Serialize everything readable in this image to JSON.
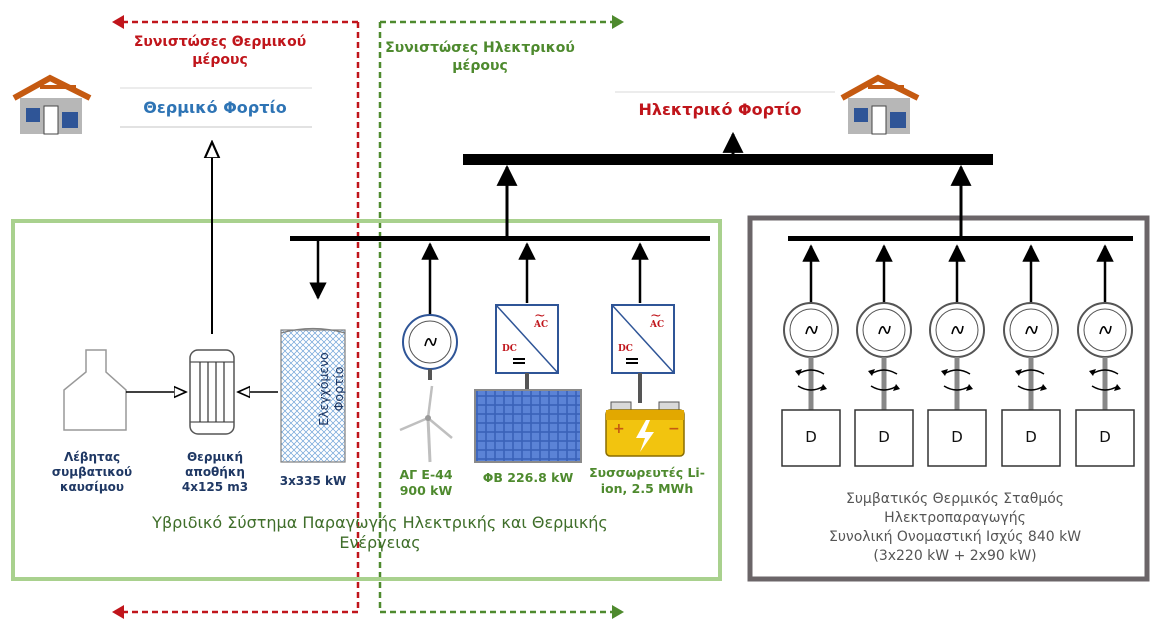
{
  "headers": {
    "thermal_components": "Συνιστώσες Θερμικού μέρους",
    "electrical_components": "Συνιστώσες Ηλεκτρικού μέρους"
  },
  "loads": {
    "thermal_load": "Θερμικό Φορτίο",
    "electrical_load": "Ηλεκτρικό Φορτίο"
  },
  "components": {
    "boiler": "Λέβητας συμβατικού καυσίμου",
    "thermal_storage": "Θερμική αποθήκη 4x125 m3",
    "controlled_load_inside": "Ελεγχόμενο Φορτίο",
    "controlled_load": "3x335 kW",
    "wind": "ΑΓ Ε-44 900 kW",
    "pv": "ΦΒ 226.8 kW",
    "battery": "Συσσωρευτές Li-ion, 2.5 MWh",
    "ac_label": "AC",
    "dc_label": "DC"
  },
  "hybrid_system_title": "Υβριδικό Σύστημα Παραγωγής Ηλεκτρικής και Θερμικής Ενέργειας",
  "conventional_station": {
    "line1": "Συμβατικός Θερμικός Σταθμός",
    "line2": "Ηλεκτροπαραγωγής",
    "line3": "Συνολική Ονομαστική Ισχύς 840 kW",
    "line4": "(3x220 kW + 2x90 kW)"
  },
  "diesel_label": "D",
  "colors": {
    "thermal_red": "#c0151b",
    "electrical_green": "#4e8a2e",
    "thermal_blue": "#2e74b5",
    "hybrid_box": "#a9d18e",
    "conventional_box": "#6b6568"
  }
}
